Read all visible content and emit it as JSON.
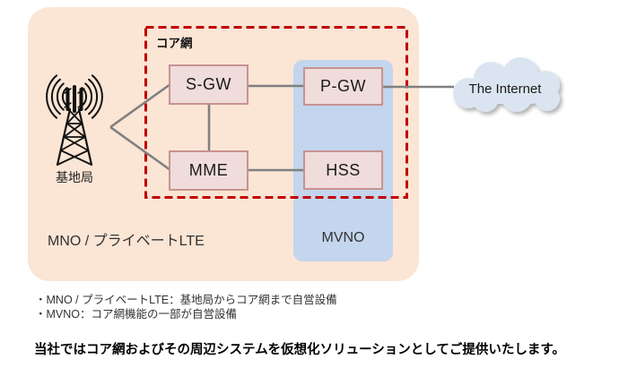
{
  "diagram": {
    "core_label": "コア網",
    "nodes": {
      "sgw": "S-GW",
      "pgw": "P-GW",
      "mme": "MME",
      "hss": "HSS"
    },
    "base_station_label": "基地局",
    "internet_label": "The Internet",
    "mno_label": "MNO / プライベートLTE",
    "mvno_label": "MVNO"
  },
  "notes": [
    "・MNO / プライベートLTE：基地局からコア網まで自営設備",
    "・MVNO：コア網機能の一部が自営設備"
  ],
  "footer": "当社ではコア網およびその周辺システムを仮想化ソリューションとしてご提供いたします。",
  "colors": {
    "panel_peach": "#fbe5d5",
    "mvno_blue": "#c3d6ed",
    "core_dashed_red": "#c00000",
    "node_fill": "#efdcdb",
    "node_border": "#c89290",
    "connector_gray": "#808080",
    "cloud_fill": "#dbe5f1"
  }
}
